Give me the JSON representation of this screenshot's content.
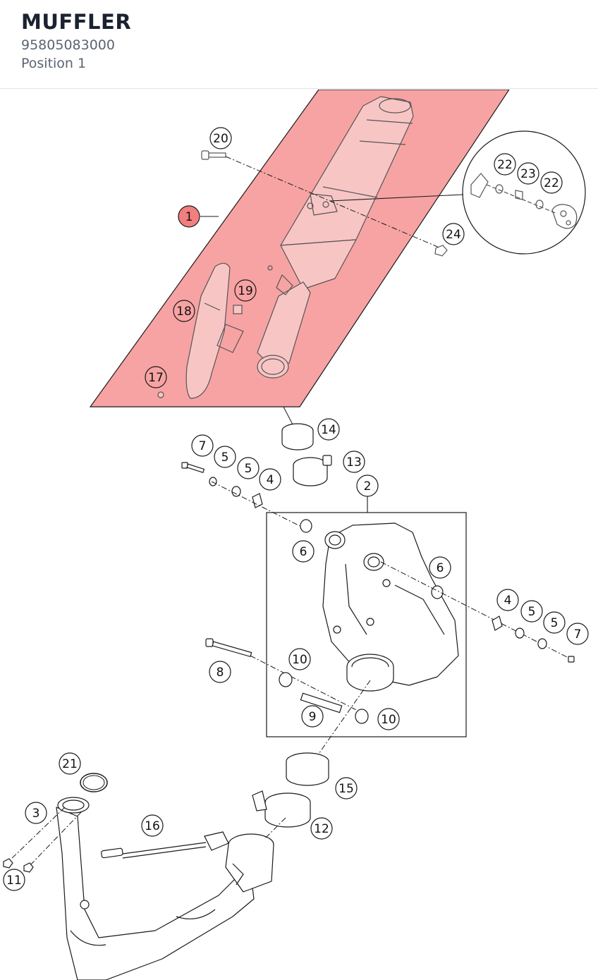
{
  "header": {
    "title": "MUFFLER",
    "part_number": "95805083000",
    "position_label": "Position 1"
  },
  "colors": {
    "highlight": "#f7a3a3",
    "selected_callout": "#f27f7f",
    "line": "#1a1a1a",
    "detail": "#555555"
  },
  "callouts": {
    "c1": "1",
    "c2": "2",
    "c3": "3",
    "c4a": "4",
    "c4b": "4",
    "c5a": "5",
    "c5b": "5",
    "c5c": "5",
    "c5d": "5",
    "c6a": "6",
    "c6b": "6",
    "c7a": "7",
    "c7b": "7",
    "c8": "8",
    "c9": "9",
    "c10a": "10",
    "c10b": "10",
    "c11": "11",
    "c12": "12",
    "c13": "13",
    "c14": "14",
    "c15": "15",
    "c16": "16",
    "c17": "17",
    "c18": "18",
    "c19": "19",
    "c20": "20",
    "c21": "21",
    "c22a": "22",
    "c22b": "22",
    "c23": "23",
    "c24": "24"
  }
}
